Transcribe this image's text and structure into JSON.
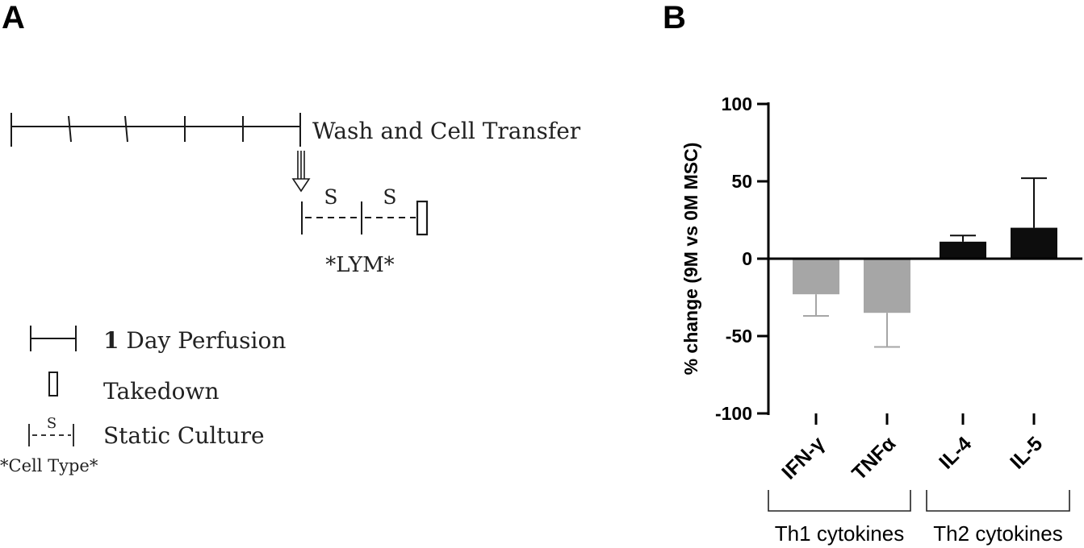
{
  "panel_a": {
    "letter": "A",
    "timeline_label": "Wash and Cell Transfer",
    "static_label_1": "S",
    "static_label_2": "S",
    "cell_type_label": "*LYM*",
    "legend": {
      "perfusion_number": "1",
      "perfusion_text": " Day Perfusion",
      "takedown": "Takedown",
      "static_symbol": "S",
      "static_culture": "Static Culture",
      "cell_type": "*Cell Type*"
    }
  },
  "panel_b": {
    "letter": "B"
  },
  "chart_data": {
    "type": "bar",
    "categories": [
      "IFN-γ",
      "TNFα",
      "IL-4",
      "IL-5"
    ],
    "values": [
      -23,
      -35,
      11,
      20
    ],
    "errors": [
      14,
      22,
      4,
      32
    ],
    "bar_colors": [
      "#a6a6a6",
      "#a6a6a6",
      "#0d0d0d",
      "#0d0d0d"
    ],
    "ylabel": "% change (9M vs 0M MSC)",
    "ylim": [
      -100,
      100
    ],
    "yticks": [
      100,
      50,
      0,
      -50,
      -100
    ],
    "ytick_labels": [
      "100",
      "50",
      "0",
      "-50",
      "-100"
    ],
    "groups": [
      {
        "label": "Th1 cytokines",
        "categories": [
          "IFN-γ",
          "TNFα"
        ]
      },
      {
        "label": "Th2 cytokines",
        "categories": [
          "IL-4",
          "IL-5"
        ]
      }
    ],
    "grid": false,
    "legend": "none"
  }
}
